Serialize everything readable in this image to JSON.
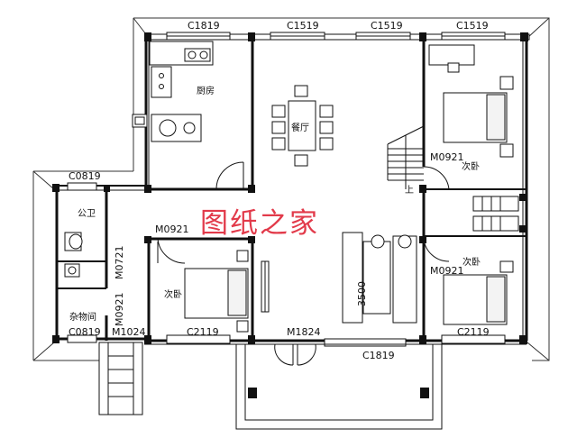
{
  "window_labels": {
    "top_left": "C1819",
    "top_mid_left": "C1519",
    "top_mid_right": "C1519",
    "top_right": "C1519",
    "left_small": "C0819",
    "bottom_left_small": "C0819",
    "bottom_left_room": "C2119",
    "bottom_right_room": "C2119",
    "bottom_porch": "C1819"
  },
  "door_labels": {
    "left_bedroom": "M0921",
    "right_bedroom_upper": "M0921",
    "right_bedroom_lower": "M0921",
    "left_vertical_upper": "M0721",
    "left_vertical_lower": "M0921",
    "entry_side": "M1024",
    "main_entry": "M1824"
  },
  "rooms": {
    "kitchen": "厨房",
    "dining": "餐厅",
    "bedroom_left": "次卧",
    "bedroom_right_upper": "次卧",
    "bedroom_right_lower": "次卧",
    "bathroom": "公卫",
    "storage": "杂物间"
  },
  "stairs_label": "上",
  "dimension": "3500",
  "watermark": "图纸之家"
}
